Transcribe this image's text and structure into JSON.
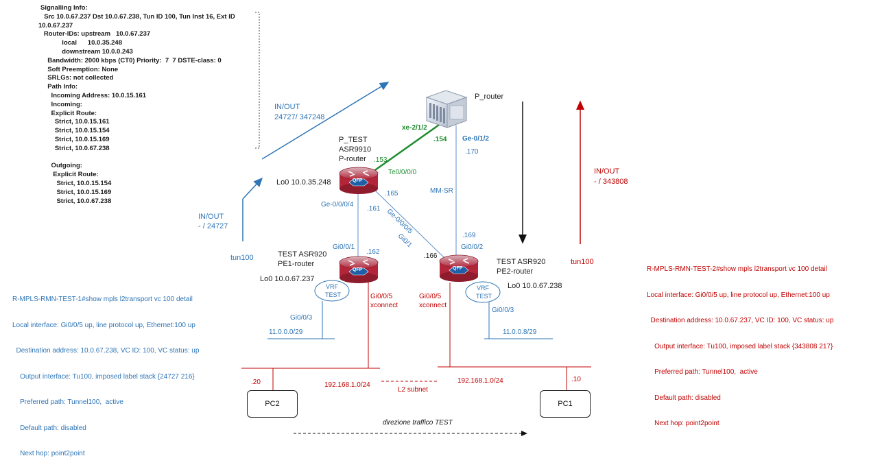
{
  "signalling": {
    "lines": [
      "Signalling Info:",
      "  Src 10.0.67.237 Dst 10.0.67.238, Tun ID 100, Tun Inst 16, Ext ID",
      "10.0.67.237",
      "   Router-IDs: upstream   10.0.67.237",
      "             local      10.0.35.248",
      "             downstream 10.0.0.243",
      "  Bandwidth: 2000 kbps (CT0) Priority:  7  7 DSTE-class: 0",
      "  Soft Preemption: None",
      "  SRLGs: not collected",
      "  Path Info:",
      "    Incoming Address: 10.0.15.161",
      "    Incoming:",
      "    Explicit Route:",
      "      Strict, 10.0.15.161",
      "      Strict, 10.0.15.154",
      "      Strict, 10.0.15.169",
      "      Strict, 10.0.67.238",
      "",
      "    Outgoing:",
      "     Explicit Route:",
      "       Strict, 10.0.15.154",
      "       Strict, 10.0.15.169",
      "       Strict, 10.0.67.238"
    ]
  },
  "left_labels": {
    "inout_top": "IN/OUT",
    "inout_top_labels": "24727/ 347248",
    "inout_mid": "IN/OUT",
    "inout_mid_labels": "- / 24727",
    "tun100": "tun100"
  },
  "p_router": {
    "name": "P_router",
    "if_xe": "xe-2/1/2",
    "ip_154": ".154",
    "if_ge": "Ge-0/1/2",
    "ip_170": ".170",
    "mm_sr": "MM-SR"
  },
  "p_test": {
    "name": "P_TEST",
    "model": "ASR9910",
    "role": "P-router",
    "ip_153": ".153",
    "if_te": "Te0/0/0/0",
    "lo0": "Lo0 10.0.35.248",
    "if_ge4": "Ge-0/0/0/4",
    "ip_161": ".161",
    "ip_165": ".165",
    "if_ge5": "Ge-0/0/0/5",
    "qfp": "QFP"
  },
  "pe1": {
    "name": "TEST ASR920",
    "role": "PE1-router",
    "lo0": "Lo0 10.0.67.237",
    "if_gi01": "Gi0/0/1",
    "ip_162": ".162",
    "vrf1": "VRF",
    "vrf2": "TEST",
    "if_gi05": "Gi0/0/5",
    "xconnect": "xconnect",
    "if_gi03": "Gi0/0/3",
    "subnet": "11.0.0.0/29",
    "qfp": "QFP"
  },
  "pe2": {
    "name": "TEST ASR920",
    "role": "PE2-router",
    "lo0": "Lo0 10.0.67.238",
    "if_gi01": "Gi0/1",
    "ip_166": ".166",
    "ip_169": ".169",
    "if_gi02": "Gi0/0/2",
    "vrf1": "VRF",
    "vrf2": "TEST",
    "if_gi05": "Gi0/0/5",
    "xconnect": "xconnect",
    "if_gi03": "Gi0/0/3",
    "subnet": "11.0.0.8/29",
    "qfp": "QFP"
  },
  "right_labels": {
    "inout": "IN/OUT",
    "inout_labels": "- / 343808",
    "tun100": "tun100"
  },
  "pe1_output": {
    "lines": [
      "R-MPLS-RMN-TEST-1#show mpls l2transport vc 100 detail",
      "Local interface: Gi0/0/5 up, line protocol up, Ethernet:100 up",
      "  Destination address: 10.0.67.238, VC ID: 100, VC status: up",
      "    Output interface: Tu100, imposed label stack {24727 216}",
      "    Preferred path: Tunnel100,  active",
      "    Default path: disabled",
      "    Next hop: point2point"
    ]
  },
  "pe2_output": {
    "lines": [
      "R-MPLS-RMN-TEST-2#show mpls l2transport vc 100 detail",
      "Local interface: Gi0/0/5 up, line protocol up, Ethernet:100 up",
      "  Destination address: 10.0.67.237, VC ID: 100, VC status: up",
      "    Output interface: Tu100, imposed label stack {343808 217}",
      "    Preferred path: Tunnel100,  active",
      "    Default path: disabled",
      "    Next hop: point2point"
    ]
  },
  "lan": {
    "pc2": "PC2",
    "pc1": "PC1",
    "pc2_ip": ".20",
    "pc1_ip": ".10",
    "subnet_left": "192.168.1.0/24",
    "subnet_right": "192.168.1.0/24",
    "l2_subnet": "L2 subnet",
    "direction": "direzione traffico TEST"
  },
  "colors": {
    "blue": "#2e75b6",
    "dark_red": "#c00000",
    "green": "#1e8c2e",
    "router_red": "#b3263a",
    "qfp_blue": "#1f5fa8"
  }
}
